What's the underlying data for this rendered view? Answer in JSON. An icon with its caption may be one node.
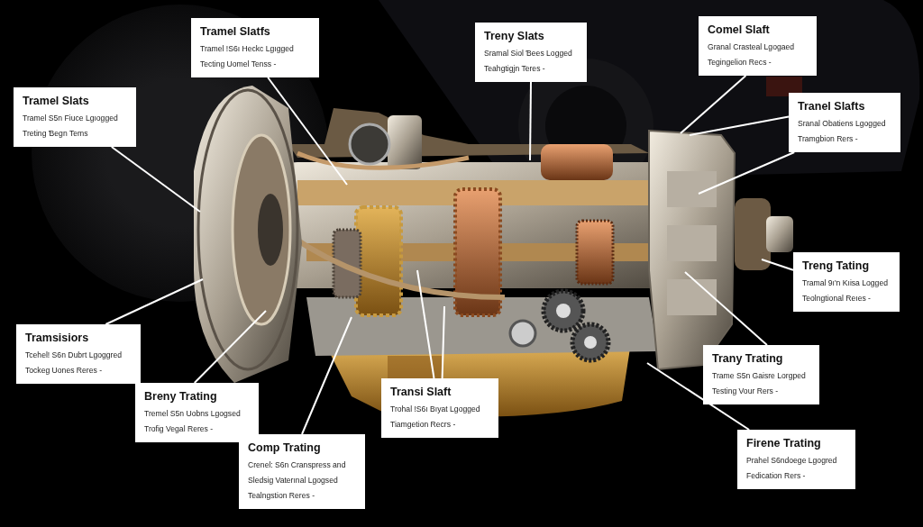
{
  "diagram": {
    "nodes": [
      {
        "text": [
          "Tramel Slatfs",
          "Tramel !S6ı Heckc Lgıgged Tecting Uomel Tenss -"
        ]
      },
      {
        "text": [
          "Tramel Slats",
          "Tramel S5n Fiuce Lgıogged Treting Ɓegn Tems"
        ]
      },
      {
        "text": [
          "Treny Slats",
          "Sramal Siol Ɓees Logged Teahgtigjn Teres -"
        ]
      },
      {
        "text": [
          "Comel Slaft",
          "Granal Crasteal Lgogaed Tegingelion Recs -"
        ]
      },
      {
        "text": [
          "Tranel Slafts",
          "Sranal Obatiens Lgogged Tramgbion Rers -"
        ]
      },
      {
        "text": [
          "Treng Tating",
          "Tramal 9ı'n Kıisa Logged Teolngtional Reıes -"
        ]
      },
      {
        "text": [
          "Trany Trating",
          "Trame S5n Gaisre Lorgped Testing Vour Rers -"
        ]
      },
      {
        "text": [
          "Firene Trating",
          "Prahel S6ndoege Lgogred Fedication Rers -"
        ]
      },
      {
        "text": [
          "Tramsisiors",
          "Tcehel! S6n Dubrt Lgoggred Tockeg Uones Reres -"
        ]
      },
      {
        "text": [
          "Breny Trating",
          "Tremel S5n Uobns Lgogsed Trofig Vegal Reres -"
        ]
      },
      {
        "text": [
          "Comp Trating",
          "Crenel: S6n Cranspress and Sledsig Vaterınal Lgogsed Tealngstion Reres -"
        ]
      },
      {
        "text": [
          "Transi Slaft",
          "Trohal !S6ı Bıyat Lgogged Tiamgetion Recrs -"
        ]
      }
    ],
    "edges": [
      {
        "from": 0,
        "to": null,
        "arrow": "none"
      },
      {
        "from": 1,
        "to": null,
        "arrow": "none"
      },
      {
        "from": 2,
        "to": null,
        "arrow": "none"
      },
      {
        "from": 3,
        "to": null,
        "arrow": "none"
      },
      {
        "from": 4,
        "to": null,
        "arrow": "none"
      },
      {
        "from": 4,
        "to": null,
        "arrow": "none"
      },
      {
        "from": 5,
        "to": null,
        "arrow": "none"
      },
      {
        "from": 6,
        "to": null,
        "arrow": "none"
      },
      {
        "from": 7,
        "to": null,
        "arrow": "none"
      },
      {
        "from": 8,
        "to": null,
        "arrow": "none"
      },
      {
        "from": 9,
        "to": null,
        "arrow": "none"
      },
      {
        "from": 10,
        "to": null,
        "arrow": "none"
      },
      {
        "from": 11,
        "to": null,
        "arrow": "none"
      },
      {
        "from": 11,
        "to": null,
        "arrow": "none"
      }
    ]
  }
}
